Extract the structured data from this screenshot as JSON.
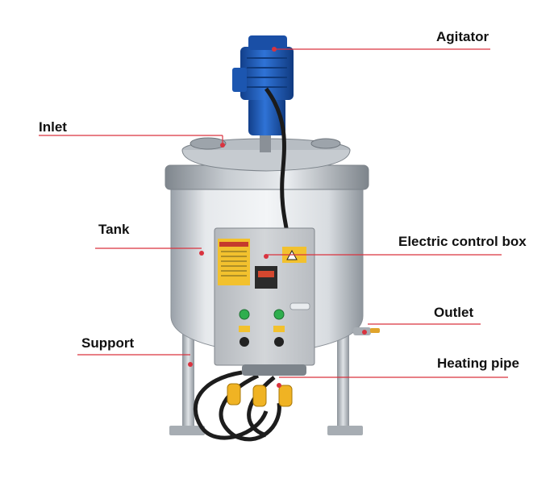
{
  "labels": {
    "agitator": "Agitator",
    "inlet": "Inlet",
    "tank": "Tank",
    "electric_control_box": "Electric control box",
    "outlet": "Outlet",
    "support": "Support",
    "heating_pipe": "Heating pipe"
  },
  "colors": {
    "leader_line": "#d9333f",
    "motor_blue": "#1f5fbf",
    "tank_steel": "#cfd4da",
    "control_box": "#c9ccd0",
    "warning_label": "#f2c12e",
    "connector_yellow": "#f0b323",
    "label_text": "#111111"
  },
  "icons": {
    "motor": "electric-motor-icon",
    "tank": "stainless-tank-icon",
    "control_box": "control-box-icon",
    "heating_connectors": "heating-plug-icon"
  }
}
